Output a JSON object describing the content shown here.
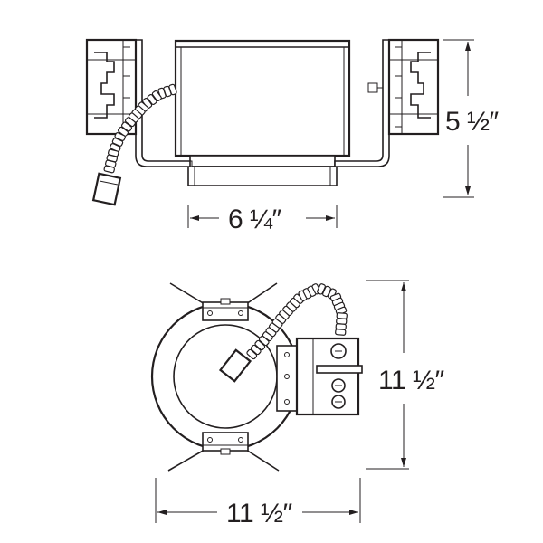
{
  "dimensions": {
    "top_height": "5 ½″",
    "top_width": "6 ¼″",
    "plan_height": "11 ½″",
    "plan_width": "11 ½″"
  },
  "colors": {
    "ink": "#231f20",
    "background": "#ffffff"
  }
}
